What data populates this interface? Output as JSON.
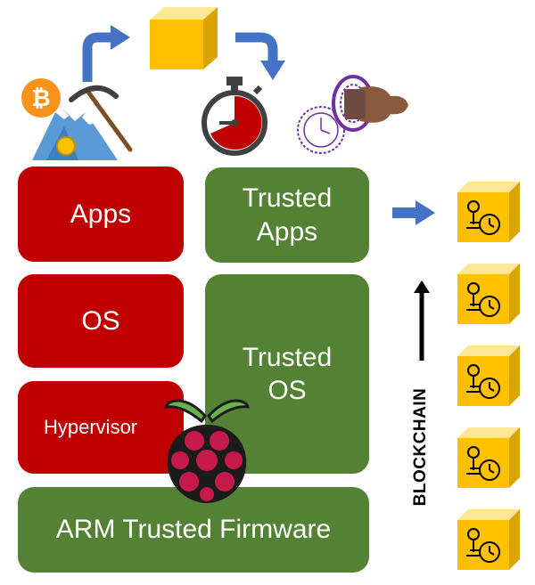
{
  "stack": {
    "apps": "Apps",
    "os": "OS",
    "hypervisor": "Hypervisor",
    "trusted_apps_line1": "Trusted",
    "trusted_apps_line2": "Apps",
    "trusted_os_line1": "Trusted",
    "trusted_os_line2": "OS",
    "firmware": "ARM Trusted Firmware"
  },
  "chain": {
    "label": "BLOCKCHAIN",
    "block_count": 5
  },
  "icons": {
    "mining": "bitcoin-mining-icon",
    "new_block": "gold-block-icon",
    "timer": "stopwatch-icon",
    "stamp": "timestamp-stamp-icon",
    "board": "raspberry-pi-logo",
    "chain_block": "timestamped-block-icon"
  },
  "colors": {
    "untrusted": "#c00000",
    "trusted": "#548235",
    "arrow": "#4472c4",
    "block_gold": "#ffc000"
  }
}
